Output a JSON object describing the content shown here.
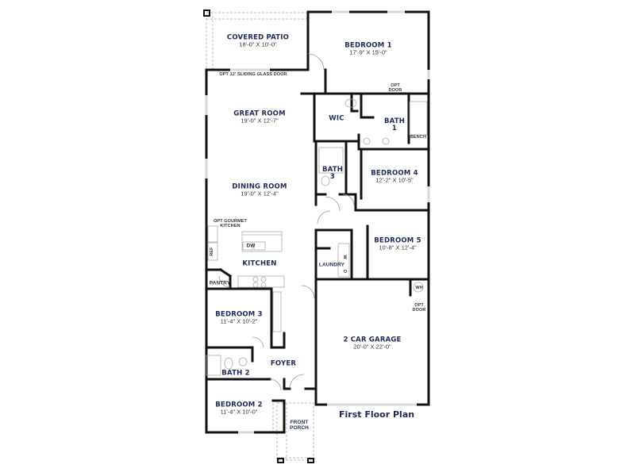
{
  "plan_title": "First Floor Plan",
  "colors": {
    "wall": "#111111",
    "label": "#1f2a5a",
    "dashed": "#bbbbbb"
  },
  "rooms": {
    "covered_patio": {
      "name": "COVERED PATIO",
      "dims": "18'-0\" X 10'-0\""
    },
    "bedroom_1": {
      "name": "BEDROOM 1",
      "dims": "17'-9\" X 15'-0\""
    },
    "great_room": {
      "name": "GREAT ROOM",
      "dims": "19'-0\" X 12'-7\""
    },
    "dining_room": {
      "name": "DINING ROOM",
      "dims": "19'-0\" X 12'-4\""
    },
    "wic": {
      "name": "WIC"
    },
    "bath_1": {
      "name": "BATH",
      "num": "1"
    },
    "bath_3": {
      "name": "BATH",
      "num": "3"
    },
    "bedroom_4": {
      "name": "BEDROOM 4",
      "dims": "12'-2\" X 10'-5\""
    },
    "kitchen": {
      "name": "KITCHEN"
    },
    "laundry": {
      "name": "LAUNDRY"
    },
    "bedroom_5": {
      "name": "BEDROOM 5",
      "dims": "10'-8\" X 12'-4\""
    },
    "pantry": {
      "name": "PANTRY"
    },
    "bedroom_3": {
      "name": "BEDROOM 3",
      "dims": "11'-4\" X 10'-2\""
    },
    "garage": {
      "name": "2 CAR GARAGE",
      "dims": "20'-0\" X 22'-0\""
    },
    "foyer": {
      "name": "FOYER"
    },
    "bath_2": {
      "name": "BATH 2"
    },
    "bedroom_2": {
      "name": "BEDROOM 2",
      "dims": "11'-4\" X 10'-0\""
    },
    "front_porch": {
      "name": "FRONT",
      "name2": "PORCH"
    }
  },
  "annotations": {
    "sliding_door": "OPT 12' SLIDING GLASS DOOR",
    "opt_door_bed1_a": "OPT",
    "opt_door_bed1_b": "DOOR",
    "bench": "BENCH",
    "gourmet_a": "OPT GOURMET",
    "gourmet_b": "KITCHEN",
    "ref": "REF",
    "dw": "DW",
    "washer": "W",
    "dryer": "D",
    "wh": "WH",
    "opt_door_garage_a": "OPT",
    "opt_door_garage_b": "DOOR"
  }
}
